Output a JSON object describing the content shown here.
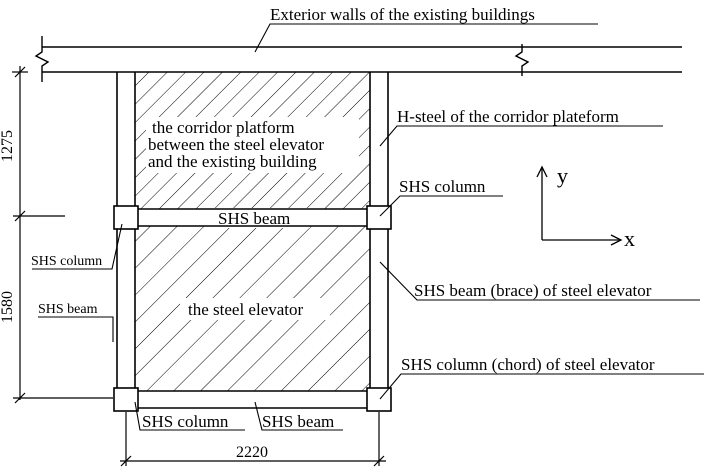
{
  "labels": {
    "exterior_walls": "Exterior walls of the existing buildings",
    "platform_line1": "the corridor platform",
    "platform_line2": "between the steel elevator",
    "platform_line3": "and the existing building",
    "h_steel": "H-steel of the corridor plateform",
    "shs_column_right": "SHS column",
    "shs_beam_middle": "SHS beam",
    "shs_column_left": "SHS column",
    "shs_beam_left": "SHS beam",
    "steel_elevator": "the steel elevator",
    "shs_beam_brace": "SHS beam (brace) of steel elevator",
    "shs_column_chord": "SHS column (chord) of steel elevator",
    "shs_column_bottom": "SHS column",
    "shs_beam_bottom": "SHS beam"
  },
  "dimensions": {
    "height_upper": "1275",
    "height_lower": "1580",
    "width": "2220"
  },
  "axes": {
    "x_label": "x",
    "y_label": "y"
  }
}
